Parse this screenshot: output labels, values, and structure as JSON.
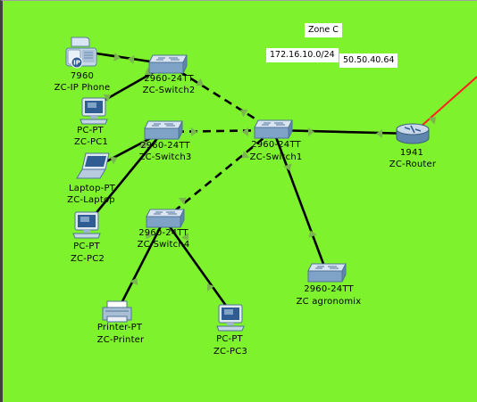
{
  "canvas": {
    "background": "#7ff22e"
  },
  "notes": {
    "zone": "Zone C",
    "subnet": "172.16.10.0/24",
    "wan_ip": "50.50.40.64"
  },
  "colors": {
    "link_up": "#7ab64e",
    "wire": "#000000",
    "serial": "#ff2020"
  },
  "devices": {
    "phone": {
      "model": "7960",
      "name": "ZC-IP Phone",
      "icon": "ip-phone-icon"
    },
    "switch2": {
      "model": "2960-24TT",
      "name": "ZC-Switch2",
      "icon": "switch-icon"
    },
    "pc1": {
      "model": "PC-PT",
      "name": "ZC-PC1",
      "icon": "pc-icon"
    },
    "switch3": {
      "model": "2960-24TT",
      "name": "ZC-Switch3",
      "icon": "switch-icon"
    },
    "switch1": {
      "model": "2960-24TT",
      "name": "ZC-Switch1",
      "icon": "switch-icon"
    },
    "router": {
      "model": "1941",
      "name": "ZC-Router",
      "icon": "router-icon"
    },
    "laptop": {
      "model": "Laptop-PT",
      "name": "ZC-Laptop",
      "icon": "laptop-icon"
    },
    "pc2": {
      "model": "PC-PT",
      "name": "ZC-PC2",
      "icon": "pc-icon"
    },
    "switch4": {
      "model": "2960-24TT",
      "name": "ZC-Switch4",
      "icon": "switch-icon"
    },
    "agro": {
      "model": "2960-24TT",
      "name": "ZC agronomix",
      "icon": "switch-icon"
    },
    "printer": {
      "model": "Printer-PT",
      "name": "ZC-Printer",
      "icon": "printer-icon"
    },
    "pc3": {
      "model": "PC-PT",
      "name": "ZC-PC3",
      "icon": "pc-icon"
    }
  },
  "links": [
    {
      "from": "phone",
      "to": "switch2",
      "cable": "straight"
    },
    {
      "from": "switch2",
      "to": "switch1",
      "cable": "crossover"
    },
    {
      "from": "switch3",
      "to": "switch1",
      "cable": "crossover"
    },
    {
      "from": "switch1",
      "to": "router",
      "cable": "straight"
    },
    {
      "from": "switch1",
      "to": "switch4",
      "cable": "crossover"
    },
    {
      "from": "switch1",
      "to": "agro",
      "cable": "straight"
    },
    {
      "from": "switch2",
      "to": "pc1",
      "cable": "straight"
    },
    {
      "from": "switch3",
      "to": "laptop",
      "cable": "straight"
    },
    {
      "from": "switch3",
      "to": "pc2",
      "cable": "straight"
    },
    {
      "from": "switch4",
      "to": "printer",
      "cable": "straight"
    },
    {
      "from": "switch4",
      "to": "pc3",
      "cable": "straight"
    },
    {
      "from": "router",
      "to": "offscreen",
      "cable": "serial"
    }
  ]
}
